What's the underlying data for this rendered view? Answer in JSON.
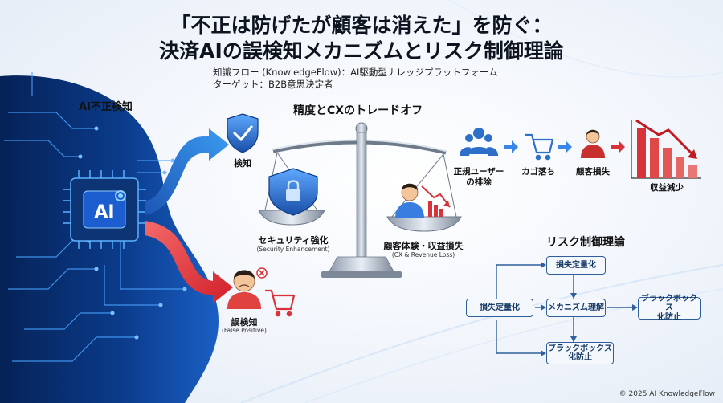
{
  "title": {
    "line1": "「不正は防げたが顧客は消えた」を防ぐ：",
    "line2": "決済AIの誤検知メカニズムとリスク制御理論"
  },
  "subtitle": {
    "line1": "知識フロー (KnowledgeFlow)：AI駆動型ナレッジプラットフォーム",
    "line2": "ターゲット：B2B意思決定者"
  },
  "left": {
    "header": "AI不正検知",
    "chip_label": "AI",
    "detect_label": "検知",
    "false_positive_label": "誤検知",
    "false_positive_sub": "(False Positive)"
  },
  "scale": {
    "header": "精度とCXのトレードオフ",
    "left_label": "セキュリティ強化",
    "left_sub": "(Security Enhancement)",
    "right_label": "顧客体験・収益損失",
    "right_sub": "(CX & Revenue Loss)"
  },
  "flow": {
    "step1": "正規ユーザー",
    "step1b": "の排除",
    "step2": "カゴ落ち",
    "step3": "顧客損失",
    "step4": "収益減少"
  },
  "risk": {
    "header": "リスク制御理論",
    "box_top": "損失定量化",
    "box_left": "損失定量化",
    "box_center": "メカニズム理解",
    "box_right_l1": "ブラックボックス",
    "box_right_l2": "化防止",
    "box_bottom_l1": "ブラックボックス",
    "box_bottom_l2": "化防止"
  },
  "footer": "© 2025 AI KnowledgeFlow",
  "colors": {
    "blue": "#2a6fd1",
    "red": "#d8323a",
    "navy": "#173a66",
    "circuit": "#3a8ef0"
  }
}
